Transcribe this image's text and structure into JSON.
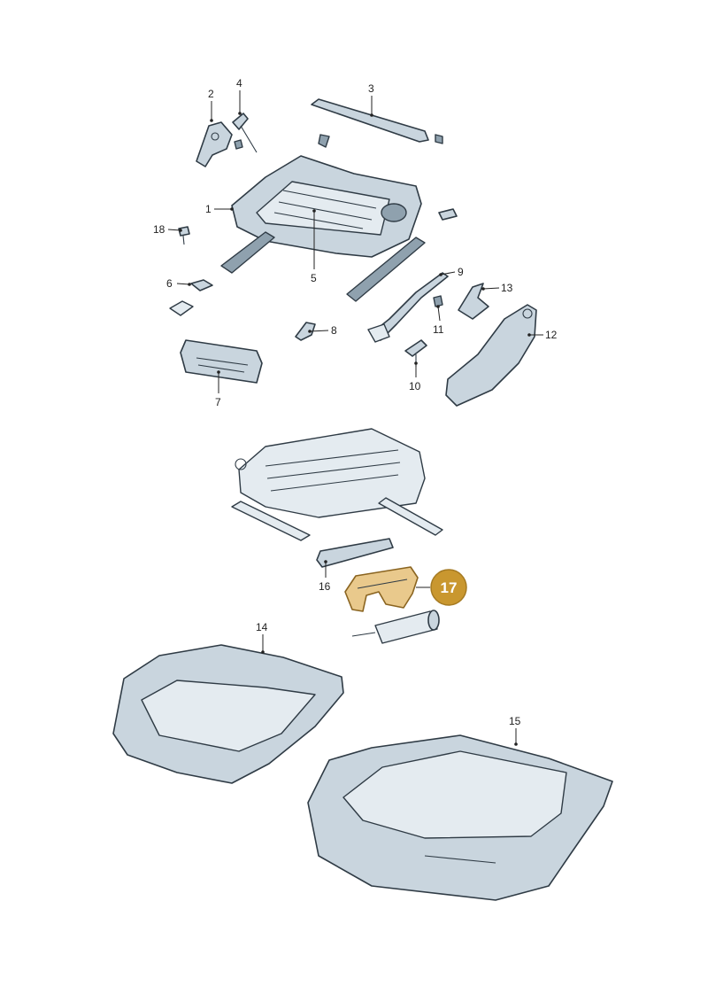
{
  "callouts": [
    {
      "id": "1",
      "text": "1"
    },
    {
      "id": "2",
      "text": "2"
    },
    {
      "id": "3",
      "text": "3"
    },
    {
      "id": "4",
      "text": "4"
    },
    {
      "id": "5",
      "text": "5"
    },
    {
      "id": "6",
      "text": "6"
    },
    {
      "id": "7",
      "text": "7"
    },
    {
      "id": "8",
      "text": "8"
    },
    {
      "id": "9",
      "text": "9"
    },
    {
      "id": "10",
      "text": "10"
    },
    {
      "id": "11",
      "text": "11"
    },
    {
      "id": "12",
      "text": "12"
    },
    {
      "id": "13",
      "text": "13"
    },
    {
      "id": "14",
      "text": "14"
    },
    {
      "id": "15",
      "text": "15"
    },
    {
      "id": "16",
      "text": "16"
    },
    {
      "id": "18",
      "text": "18"
    }
  ],
  "highlight": {
    "id": "17",
    "text": "17",
    "color": "#c9972f"
  },
  "colors": {
    "part_fill": "#c9d5de",
    "outline": "#2f3b45",
    "highlight_part": "#e9c98c"
  }
}
